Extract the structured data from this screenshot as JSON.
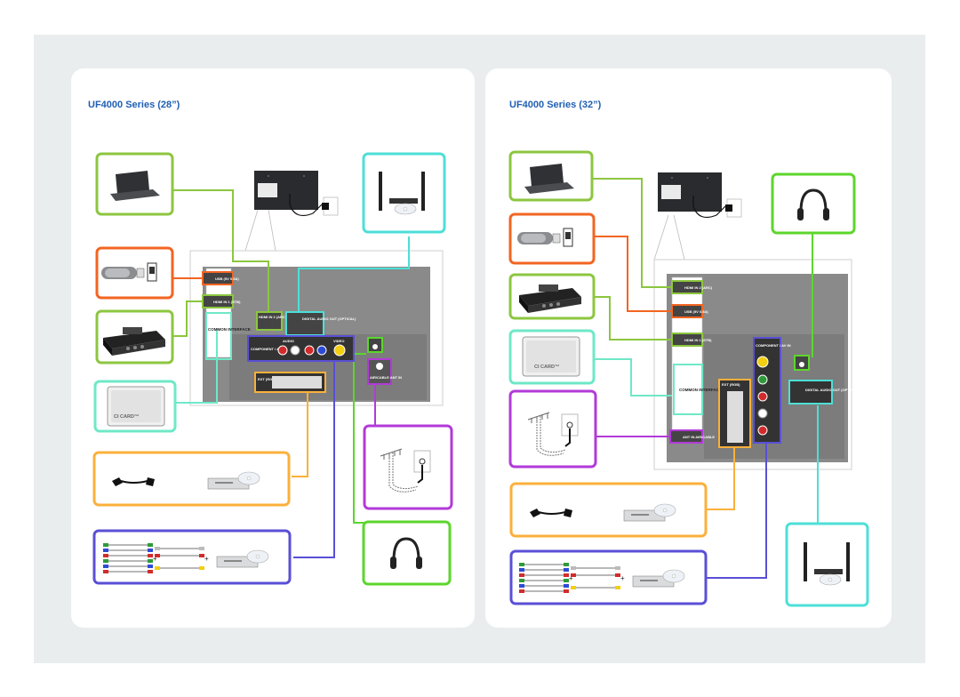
{
  "left": {
    "title": "UF4000 Series (28”)",
    "ports": {
      "usb": "USB (5V 0.5A)",
      "hdmi2": "HDMI IN 2 (ARC)",
      "hdmi1": "HDMI IN 1 (STB)",
      "ci_slot": "COMMON INTERFACE",
      "optical": "DIGITAL AUDIO OUT (OPTICAL)",
      "component": "COMPONENT / AV IN",
      "audio": "AUDIO",
      "video": "VIDEO",
      "ext": "EXT (RGB)",
      "antenna": "AIR/CABLE ANT IN",
      "headphone": "␣"
    },
    "ci_card": "CI CARD™"
  },
  "right": {
    "title": "UF4000 Series (32”)",
    "ports": {
      "hdmi2": "HDMI IN 2 (ARC)",
      "usb": "USB (5V 0.5A)",
      "hdmi1": "HDMI IN 1 (STB)",
      "ci_slot": "COMMON INTERFACE",
      "antenna": "ANT IN AIR/CABLE",
      "ext": "EXT (RGB)",
      "component": "COMPONENT / AV IN",
      "optical": "DIGITAL AUDIO OUT (OPTICAL)"
    },
    "ci_card": "CI CARD™"
  },
  "colors": {
    "lime": "#8cc63f",
    "orange": "#f26522",
    "cyan": "#4ddfd7",
    "mint": "#6fe8c7",
    "yellow": "#fbb03b",
    "purple": "#b23ad8",
    "blue": "#5a4fd6",
    "green": "#5cd62c",
    "title": "#1f5fb3"
  }
}
